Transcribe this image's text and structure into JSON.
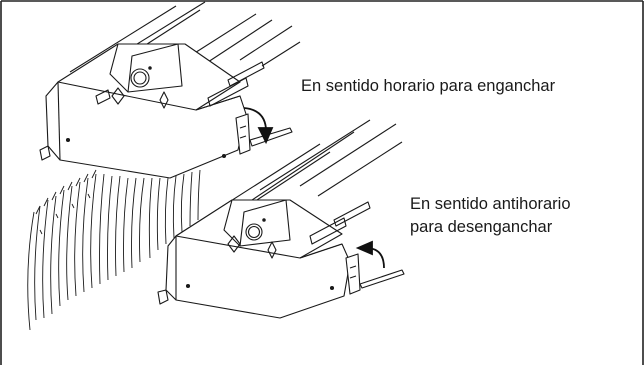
{
  "figure": {
    "annotation_clockwise": "En sentido horario para enganchar",
    "annotation_counter_line1": "En sentido antihorario",
    "annotation_counter_line2": "para desenganchar"
  },
  "colors": {
    "stroke": "#1a1a1a",
    "background": "#ffffff",
    "frame": "#222222"
  }
}
